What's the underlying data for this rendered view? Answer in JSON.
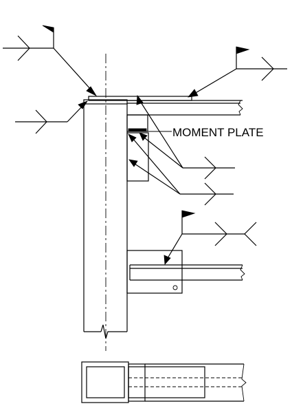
{
  "callout": {
    "moment_plate": "MOMENT PLATE"
  },
  "symbols": {
    "field_weld": "field-weld-flag",
    "fillet_weld": "fillet-weld-triangle",
    "weld_tail": "weld-tail"
  },
  "colors": {
    "ink": "#000000",
    "paper": "#ffffff"
  }
}
